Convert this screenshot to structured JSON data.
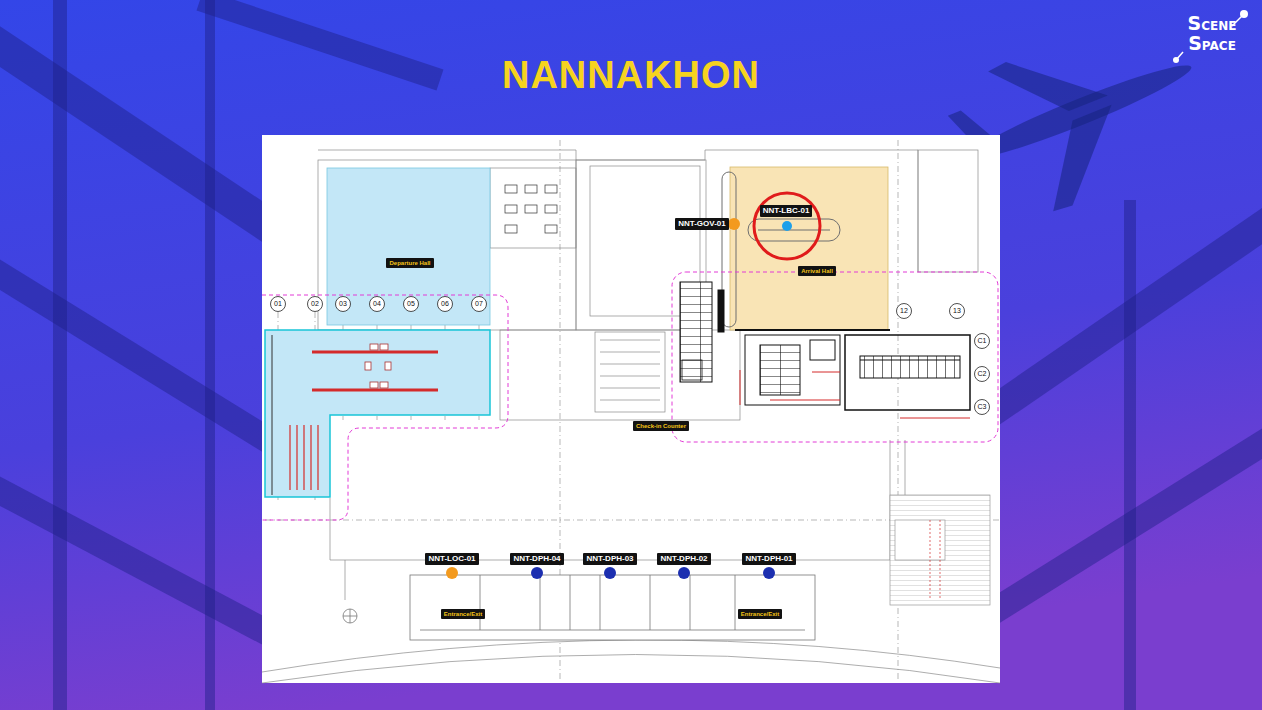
{
  "diagram": {
    "title": "NANNAKHON",
    "nodes": [
      {
        "text": [
          "NNT-LBC-01"
        ]
      },
      {
        "text": [
          "NNT-GOV-01"
        ]
      },
      {
        "text": [
          "Departure Hall"
        ]
      },
      {
        "text": [
          "Arrival Hall"
        ]
      },
      {
        "text": [
          "Check-in Counter"
        ]
      },
      {
        "text": [
          "NNT-LOC-01"
        ]
      },
      {
        "text": [
          "NNT-DPH-04"
        ]
      },
      {
        "text": [
          "NNT-DPH-03"
        ]
      },
      {
        "text": [
          "NNT-DPH-02"
        ]
      },
      {
        "text": [
          "NNT-DPH-01"
        ]
      },
      {
        "text": [
          "Entrance/Exit"
        ]
      },
      {
        "text": [
          "Entrance/Exit"
        ]
      }
    ],
    "labels": [
      "SCENE",
      "SPACE",
      "01",
      "02",
      "03",
      "04",
      "05",
      "06",
      "07",
      "12",
      "13",
      "C1",
      "C2",
      "C3"
    ]
  }
}
